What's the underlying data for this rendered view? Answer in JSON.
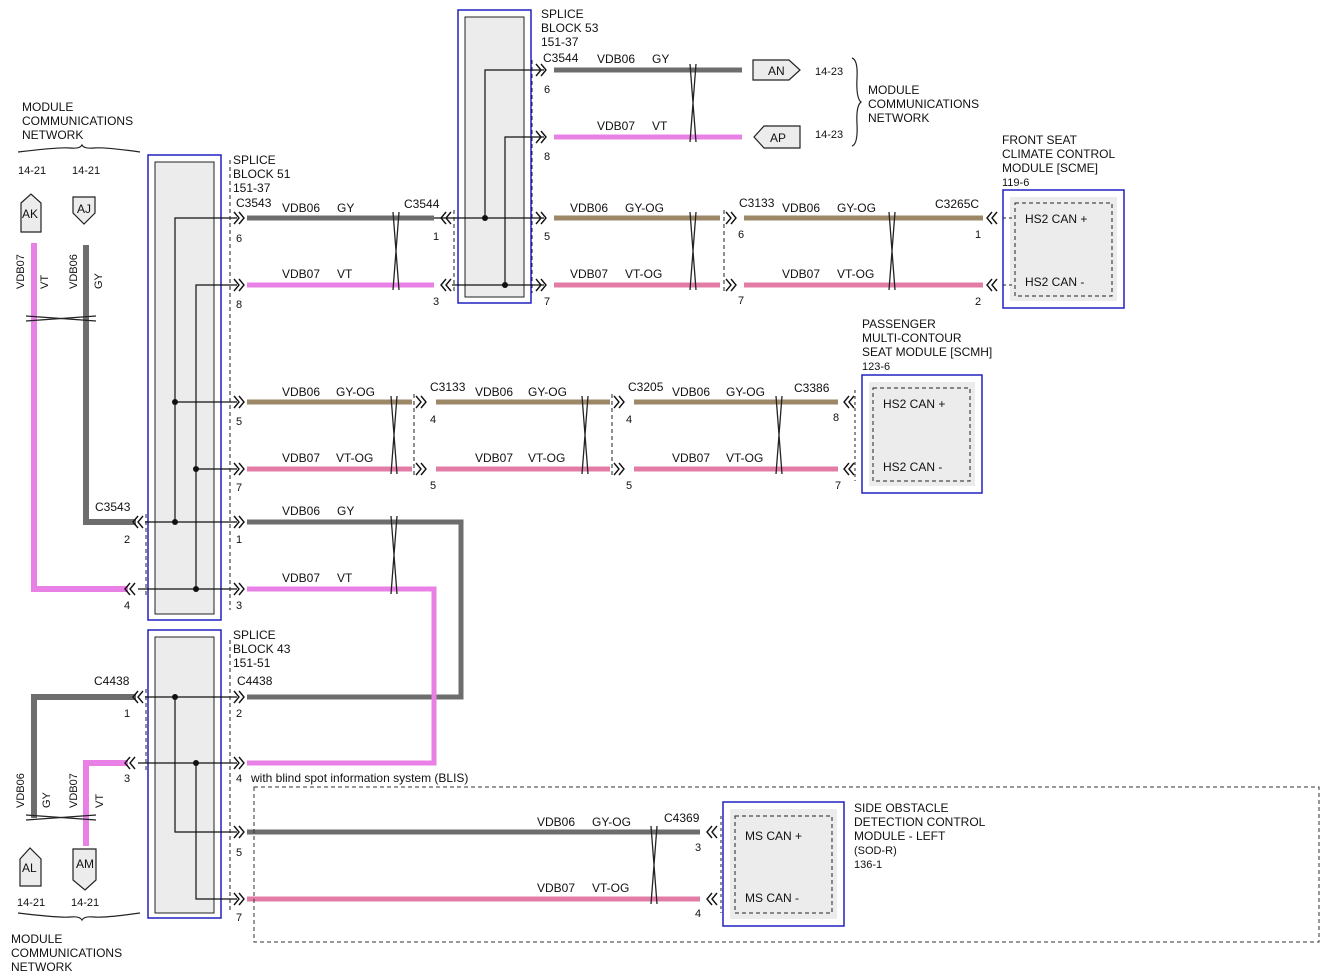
{
  "colors": {
    "gy": "#6d6d6d",
    "vt": "#e880e6",
    "gyog": "#9c8766",
    "vtog": "#e27ca4",
    "box_border": "#2020c0",
    "splice_fill": "#ececec"
  },
  "labels": {
    "mcn_top_left": [
      "MODULE",
      "COMMUNICATIONS",
      "NETWORK"
    ],
    "mcn_right": [
      "MODULE",
      "COMMUNICATIONS",
      "NETWORK"
    ],
    "mcn_bottom_left": [
      "MODULE",
      "COMMUNICATIONS",
      "NETWORK"
    ],
    "splice53": [
      "SPLICE",
      "BLOCK 53",
      "151-37"
    ],
    "splice51": [
      "SPLICE",
      "BLOCK 51",
      "151-37"
    ],
    "splice43": [
      "SPLICE",
      "BLOCK 43",
      "151-51"
    ],
    "scme": [
      "FRONT SEAT",
      "CLIMATE CONTROL",
      "MODULE [SCME]",
      "119-6"
    ],
    "scmh": [
      "PASSENGER",
      "MULTI-CONTOUR",
      "SEAT MODULE [SCMH]",
      "123-6"
    ],
    "sod": [
      "SIDE OBSTACLE",
      "DETECTION CONTROL",
      "MODULE - LEFT",
      "(SOD-R)",
      "136-1"
    ],
    "blis_note": "with blind spot information system (BLIS)"
  },
  "pins": {
    "hs2_plus": "HS2 CAN +",
    "hs2_minus": "HS2 CAN -",
    "ms_plus": "MS CAN +",
    "ms_minus": "MS CAN -"
  },
  "flags": {
    "ak": "AK",
    "aj": "AJ",
    "an": "AN",
    "ap": "AP",
    "al": "AL",
    "am": "AM",
    "ref_1421": "14-21",
    "ref_1423": "14-23"
  },
  "connectors": {
    "c3543": "C3543",
    "c3544": "C3544",
    "c3133": "C3133",
    "c3265c": "C3265C",
    "c3205": "C3205",
    "c3386": "C3386",
    "c4438": "C4438",
    "c4369": "C4369"
  },
  "circuits": {
    "vdb06": "VDB06",
    "vdb07": "VDB07",
    "gy": "GY",
    "vt": "VT",
    "gy_og": "GY-OG",
    "vt_og": "VT-OG"
  },
  "pin_numbers": {
    "p1": "1",
    "p2": "2",
    "p3": "3",
    "p4": "4",
    "p5": "5",
    "p6": "6",
    "p7": "7",
    "p8": "8"
  }
}
